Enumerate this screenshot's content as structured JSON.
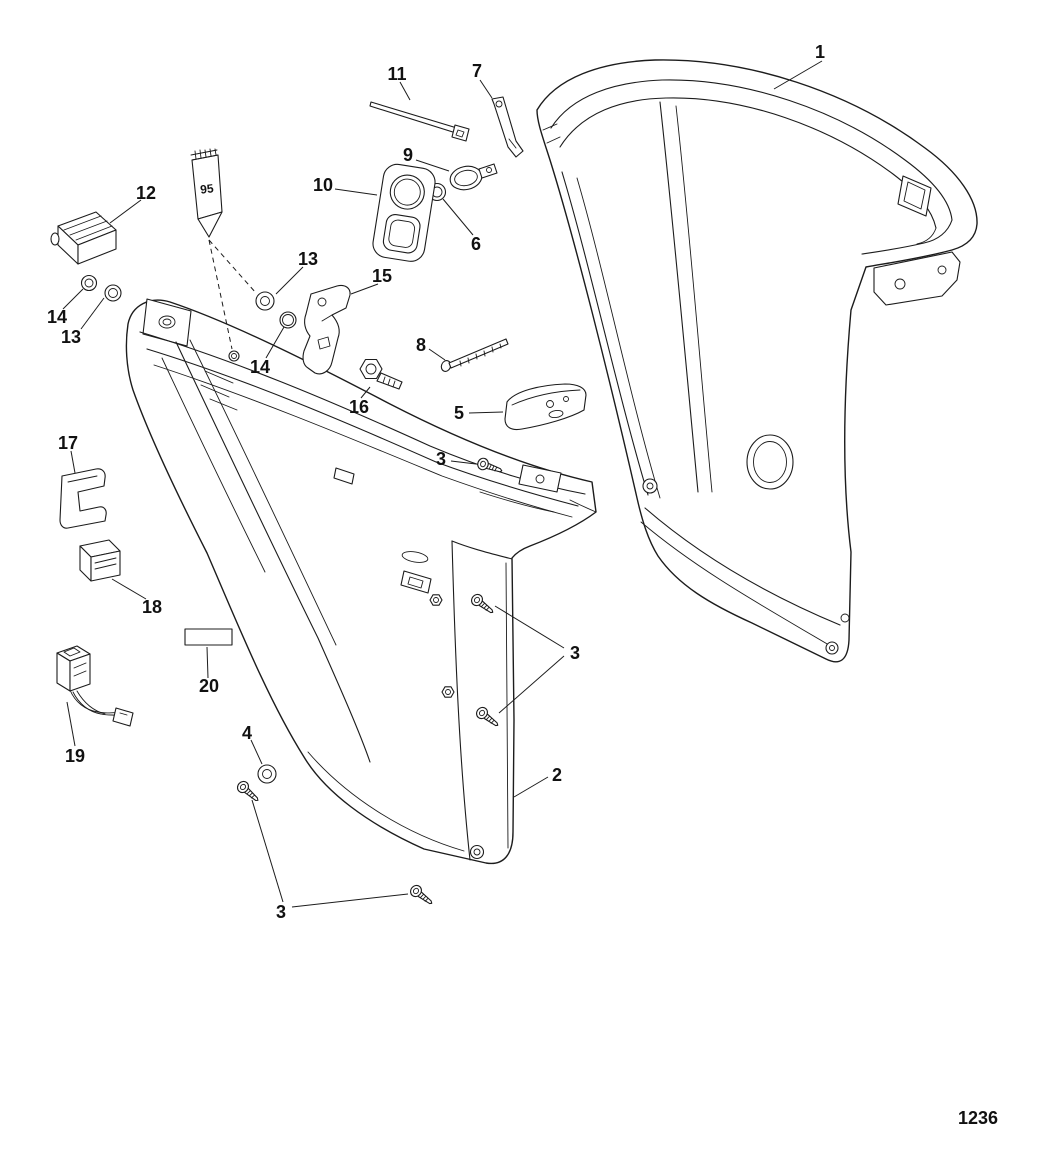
{
  "figure": {
    "page_number": "1236",
    "tube_label": "95",
    "background": "#ffffff",
    "line_color": "#1c1c1c",
    "text_color": "#111111"
  },
  "callouts": [
    {
      "label": "1"
    },
    {
      "label": "11"
    },
    {
      "label": "7"
    },
    {
      "label": "9"
    },
    {
      "label": "12"
    },
    {
      "label": "10"
    },
    {
      "label": "6"
    },
    {
      "label": "13"
    },
    {
      "label": "15"
    },
    {
      "label": "14"
    },
    {
      "label": "13"
    },
    {
      "label": "14"
    },
    {
      "label": "8"
    },
    {
      "label": "16"
    },
    {
      "label": "5"
    },
    {
      "label": "3"
    },
    {
      "label": "17"
    },
    {
      "label": "18"
    },
    {
      "label": "3"
    },
    {
      "label": "20"
    },
    {
      "label": "19"
    },
    {
      "label": "4"
    },
    {
      "label": "2"
    },
    {
      "label": "3"
    }
  ]
}
